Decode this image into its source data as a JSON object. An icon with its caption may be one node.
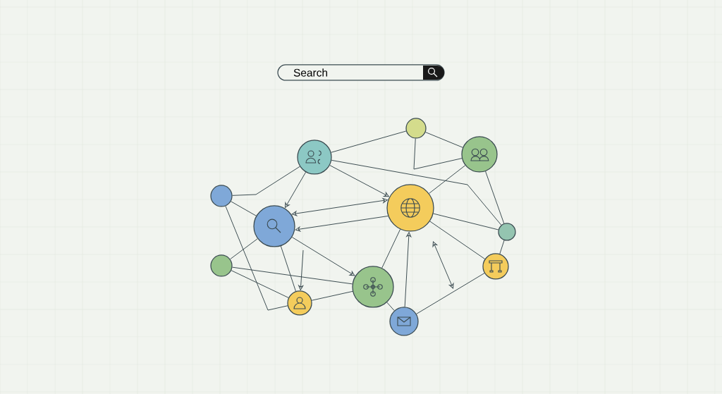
{
  "diagram": {
    "nodes": [
      {
        "text": [
          "Search"
        ]
      },
      {
        "text": [],
        "shape": "circle"
      },
      {
        "text": [],
        "shape": "circle"
      },
      {
        "text": [],
        "shape": "circle"
      },
      {
        "text": [],
        "shape": "circle"
      },
      {
        "text": [],
        "shape": "circle"
      },
      {
        "text": [],
        "shape": "circle"
      },
      {
        "text": [],
        "shape": "circle"
      },
      {
        "text": [],
        "shape": "circle"
      },
      {
        "text": [],
        "shape": "circle"
      },
      {
        "text": [],
        "shape": "circle"
      },
      {
        "text": [],
        "shape": "circle"
      },
      {
        "text": [],
        "shape": "circle"
      }
    ],
    "edges": [
      {
        "from": 2,
        "to": 1,
        "arrow": "none"
      },
      {
        "from": 2,
        "to": 5,
        "arrow": "to"
      },
      {
        "from": 2,
        "to": 6,
        "arrow": "to"
      },
      {
        "from": 2,
        "to": 4,
        "arrow": "none"
      },
      {
        "from": 2,
        "to": 7,
        "arrow": "none"
      },
      {
        "from": 1,
        "to": 3,
        "arrow": "none"
      },
      {
        "from": 1,
        "to": 3,
        "arrow": "none"
      },
      {
        "from": 3,
        "to": 5,
        "arrow": "none"
      },
      {
        "from": 3,
        "to": 7,
        "arrow": "none"
      },
      {
        "from": 6,
        "to": 5,
        "arrow": "both"
      },
      {
        "from": 5,
        "to": 6,
        "arrow": "to"
      },
      {
        "from": 4,
        "to": 6,
        "arrow": "none"
      },
      {
        "from": 4,
        "to": 11,
        "arrow": "none"
      },
      {
        "from": 8,
        "to": 6,
        "arrow": "none"
      },
      {
        "from": 8,
        "to": 11,
        "arrow": "none"
      },
      {
        "from": 8,
        "to": 10,
        "arrow": "none"
      },
      {
        "from": 6,
        "to": 11,
        "arrow": "none"
      },
      {
        "from": 6,
        "to": 10,
        "arrow": "to"
      },
      {
        "from": null,
        "to": 11,
        "arrow": "to"
      },
      {
        "from": 11,
        "to": 10,
        "arrow": "none"
      },
      {
        "from": 5,
        "to": 10,
        "arrow": "none"
      },
      {
        "from": 5,
        "to": 9,
        "arrow": "none"
      },
      {
        "from": 5,
        "to": 7,
        "arrow": "none"
      },
      {
        "from": 10,
        "to": 12,
        "arrow": "none"
      },
      {
        "from": 12,
        "to": 9,
        "arrow": "none"
      },
      {
        "from": 12,
        "to": 5,
        "arrow": "to"
      },
      {
        "from": 7,
        "to": 9,
        "arrow": "none"
      }
    ]
  }
}
